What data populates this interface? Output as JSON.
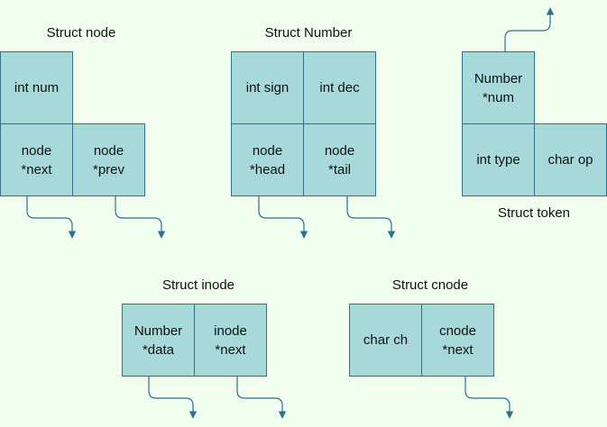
{
  "colors": {
    "background": "#f0fdef",
    "cell_fill": "#a8d9da",
    "stroke": "#2f6f8f",
    "text": "#111111"
  },
  "structs": {
    "node": {
      "title": "Struct node",
      "fields": {
        "num": "int num",
        "next": "node\n*next",
        "prev": "node\n*prev"
      }
    },
    "number": {
      "title": "Struct Number",
      "fields": {
        "sign": "int sign",
        "dec": "int dec",
        "head": "node\n*head",
        "tail": "node\n*tail"
      }
    },
    "token": {
      "title": "Struct token",
      "fields": {
        "num": "Number\n*num",
        "type": "int type",
        "op": "char op"
      }
    },
    "inode": {
      "title": "Struct inode",
      "fields": {
        "data": "Number\n*data",
        "next": "inode\n*next"
      }
    },
    "cnode": {
      "title": "Struct cnode",
      "fields": {
        "ch": "char ch",
        "next": "cnode\n*next"
      }
    }
  }
}
